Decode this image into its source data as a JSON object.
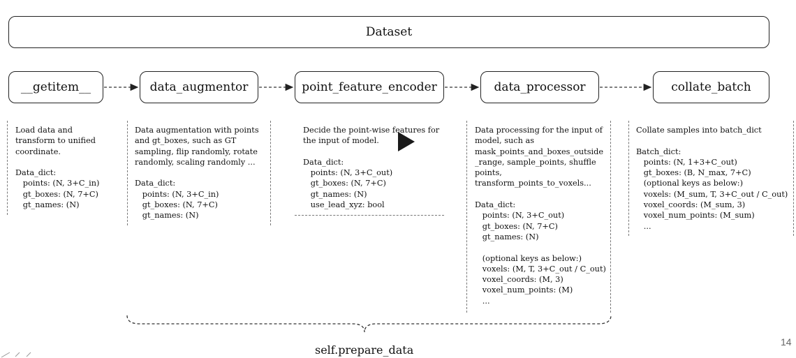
{
  "dataset_label": "Dataset",
  "stages": [
    {
      "name": "__getitem__",
      "description": "Load data and\ntransform to unified\ncoordinate.\n\nData_dict:\n   points: (N, 3+C_in)\n   gt_boxes: (N, 7+C)\n   gt_names: (N)"
    },
    {
      "name": "data_augmentor",
      "description": "Data augmentation with points\nand gt_boxes, such as GT\nsampling, flip randomly, rotate\nrandomly, scaling randomly ...\n\nData_dict:\n   points: (N, 3+C_in)\n   gt_boxes: (N, 7+C)\n   gt_names: (N)"
    },
    {
      "name": "point_feature_encoder",
      "description": "Decide the point-wise features for\nthe input of model.\n\nData_dict:\n   points: (N, 3+C_out)\n   gt_boxes: (N, 7+C)\n   gt_names: (N)\n   use_lead_xyz: bool"
    },
    {
      "name": "data_processor",
      "description": "Data processing for the input of\nmodel, such as\nmask_points_and_boxes_outside\n_range, sample_points, shuffle\npoints,\ntransform_points_to_voxels...\n\nData_dict:\n   points: (N, 3+C_out)\n   gt_boxes: (N, 7+C)\n   gt_names: (N)\n\n   (optional keys as below:)\n   voxels: (M, T, 3+C_out / C_out)\n   voxel_coords: (M, 3)\n   voxel_num_points: (M)\n   ..."
    },
    {
      "name": "collate_batch",
      "description": "Collate samples into batch_dict\n\nBatch_dict:\n   points: (N, 1+3+C_out)\n   gt_boxes: (B, N_max, 7+C)\n   (optional keys as below:)\n   voxels: (M_sum, T, 3+C_out / C_out)\n   voxel_coords: (M_sum, 3)\n   voxel_num_points: (M_sum)\n   ..."
    }
  ],
  "prepare_label": "self.prepare_data",
  "page_number": "14",
  "icons": {
    "play": "play-icon"
  }
}
